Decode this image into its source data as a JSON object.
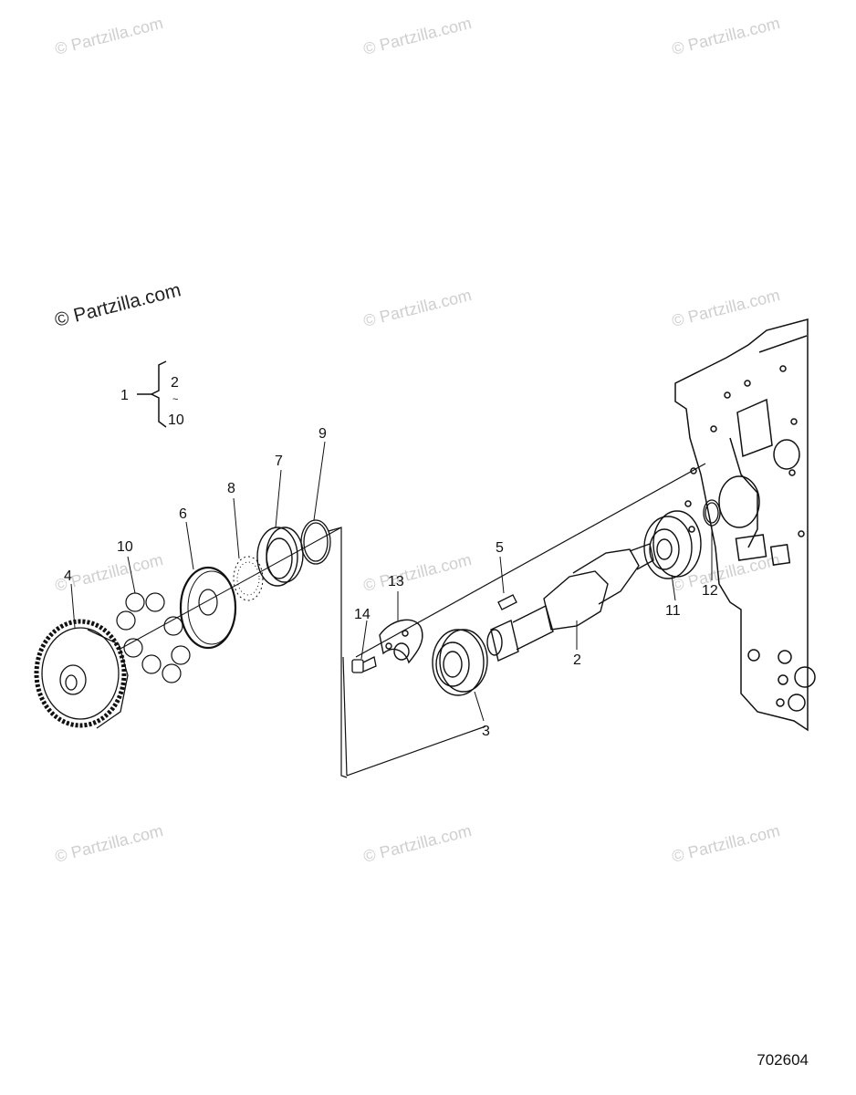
{
  "watermark": "© Partzilla.com",
  "figure_number": "702604",
  "callouts": {
    "c1": "1",
    "c2": "2",
    "c3": "3",
    "c4": "4",
    "c5": "5",
    "c6": "6",
    "c7": "7",
    "c8": "8",
    "c9": "9",
    "c10": "10",
    "c11": "11",
    "c12": "12",
    "c13": "13",
    "c14": "14"
  },
  "kit_bracket": {
    "parent": "1",
    "from": "2",
    "sep": "~",
    "to": "10"
  }
}
